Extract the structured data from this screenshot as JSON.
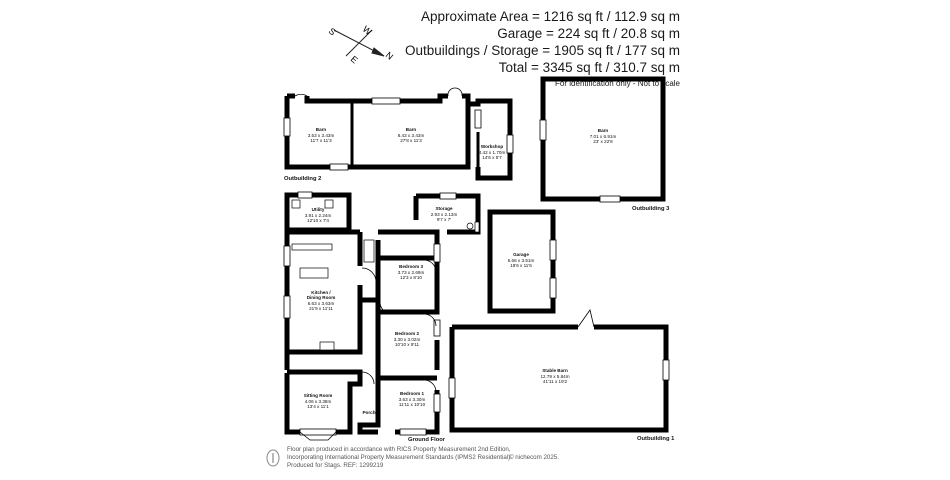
{
  "summary": {
    "line1": "Approximate Area = 1216 sq ft / 112.9 sq m",
    "line2": "Garage = 224 sq ft / 20.8 sq m",
    "line3": "Outbuildings / Storage = 1905 sq ft / 177 sq m",
    "line4": "Total = 3345 sq ft / 310.7 sq m",
    "note": "For identification only - Not to scale"
  },
  "compass": {
    "w": "W",
    "e": "E",
    "n": "N",
    "s": "S"
  },
  "section_labels": {
    "outbuilding2": "Outbuilding 2",
    "outbuilding3": "Outbuilding 3",
    "outbuilding1": "Outbuilding 1",
    "ground_floor": "Ground Floor"
  },
  "rooms": {
    "barn_left": {
      "name": "Barn",
      "dims": "3.53 x 3.43m",
      "imp": "11'7 x 11'3"
    },
    "barn_mid": {
      "name": "Barn",
      "dims": "8.43 x 3.43m",
      "imp": "27'8 x 11'3"
    },
    "workshop": {
      "name": "Workshop",
      "dims": "4.42 x 1.70m",
      "imp": "14'6 x 5'7"
    },
    "barn_right": {
      "name": "Barn",
      "dims": "7.01 x 6.91m",
      "imp": "23' x 22'8"
    },
    "utility": {
      "name": "Utility",
      "dims": "3.91 x 2.24m",
      "imp": "12'10 x 7'4"
    },
    "storage": {
      "name": "Storage",
      "dims": "2.93 x 2.13m",
      "imp": "9'7 x 7'"
    },
    "garage": {
      "name": "Garage",
      "dims": "5.66 x 3.51m",
      "imp": "18'6 x 11'6"
    },
    "kitchen": {
      "name": "Kitchen /",
      "name2": "Dining Room",
      "dims": "6.63 x 3.63m",
      "imp": "21'9 x 11'11"
    },
    "bedroom3": {
      "name": "Bedroom 3",
      "dims": "3.73 x 2.69m",
      "imp": "12'3 x 8'10"
    },
    "bedroom2": {
      "name": "Bedroom 2",
      "dims": "3.30 x 3.02m",
      "imp": "10'10 x 9'11"
    },
    "stable_barn": {
      "name": "Stable Barn",
      "dims": "12.79 x 5.84m",
      "imp": "41'11 x 19'2"
    },
    "sitting": {
      "name": "Sitting Room",
      "dims": "4.06 x 3.38m",
      "imp": "13'4 x 11'1"
    },
    "bedroom1": {
      "name": "Bedroom 1",
      "dims": "3.63 x 3.30m",
      "imp": "11'11 x 10'10"
    },
    "porch": {
      "name": "Porch"
    }
  },
  "footer": {
    "line1": "Floor plan produced in accordance with RICS Property Measurement 2nd Edition,",
    "line2": "Incorporating International Property Measurement Standards (IPMS2 Residential).",
    "line2b": "© nichecom 2025.",
    "line3": "Produced for Stags.   REF: 1299219"
  }
}
